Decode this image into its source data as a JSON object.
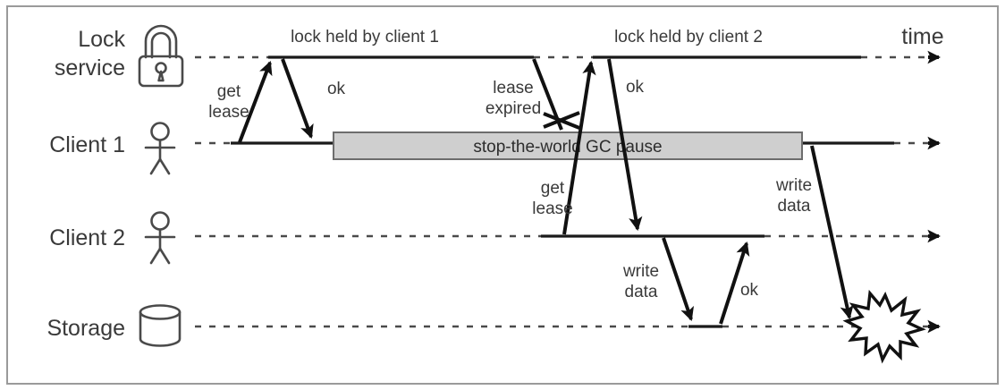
{
  "diagram": {
    "title": "distributed lock lease expiry sequence diagram",
    "time_axis_label": "time",
    "background_color": "#ffffff",
    "frame_color": "#9a9a9a",
    "line_color": "#111111",
    "label_color": "#3a3a3a",
    "gc_box_fill": "#cfcfcf",
    "gc_box_stroke": "#6d6d6d"
  },
  "lanes": [
    {
      "id": "lock-service",
      "label_line1": "Lock",
      "label_line2": "service",
      "icon": "padlock-icon"
    },
    {
      "id": "client-1",
      "label_line1": "Client 1",
      "label_line2": "",
      "icon": "stick-figure-icon"
    },
    {
      "id": "client-2",
      "label_line1": "Client 2",
      "label_line2": "",
      "icon": "stick-figure-icon"
    },
    {
      "id": "storage",
      "label_line1": "Storage",
      "label_line2": "",
      "icon": "database-cylinder-icon"
    }
  ],
  "spans": [
    {
      "id": "lock-held-1",
      "label": "lock held by client 1"
    },
    {
      "id": "lock-held-2",
      "label": "lock held by client 2"
    }
  ],
  "messages": [
    {
      "id": "get-lease-1",
      "label_line1": "get",
      "label_line2": "lease",
      "from": "client-1",
      "to": "lock-service"
    },
    {
      "id": "ok-1",
      "label_line1": "ok",
      "label_line2": "",
      "from": "lock-service",
      "to": "client-1"
    },
    {
      "id": "lease-expired",
      "label_line1": "lease",
      "label_line2": "expired",
      "from": "lock-service",
      "to": "client-1",
      "terminator": "x-mark"
    },
    {
      "id": "get-lease-2",
      "label_line1": "get",
      "label_line2": "lease",
      "from": "client-2",
      "to": "lock-service"
    },
    {
      "id": "ok-2",
      "label_line1": "ok",
      "label_line2": "",
      "from": "lock-service",
      "to": "client-2"
    },
    {
      "id": "write-data-1",
      "label_line1": "write",
      "label_line2": "data",
      "from": "client-2",
      "to": "storage"
    },
    {
      "id": "ok-3",
      "label_line1": "ok",
      "label_line2": "",
      "from": "storage",
      "to": "client-2"
    },
    {
      "id": "write-data-2",
      "label_line1": "write",
      "label_line2": "data",
      "from": "client-1",
      "to": "storage",
      "terminator": "burst"
    }
  ],
  "boxes": [
    {
      "id": "gc-pause",
      "label": "stop-the-world GC pause",
      "lane": "client-1"
    }
  ]
}
